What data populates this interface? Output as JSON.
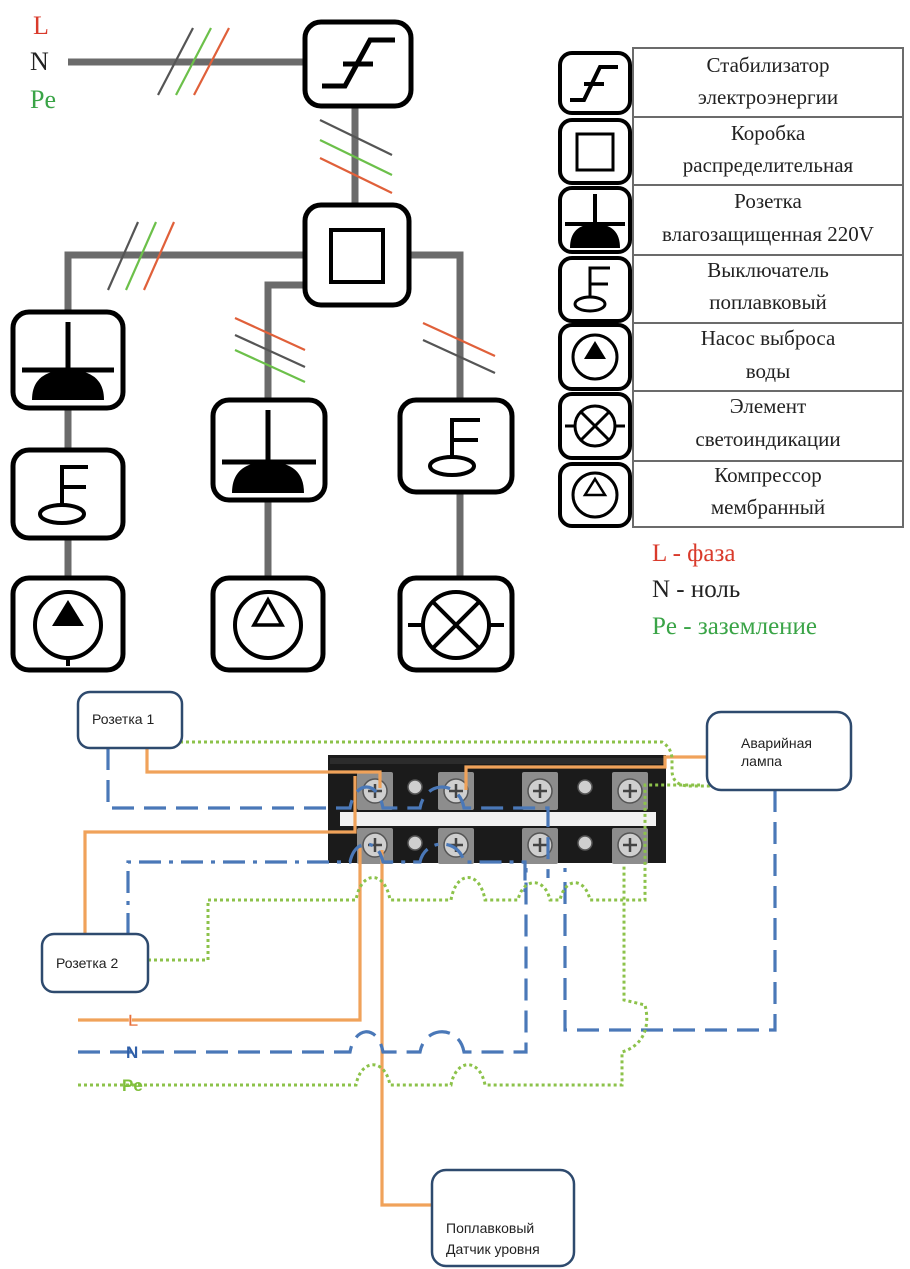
{
  "colors": {
    "phase": "#d93a2b",
    "neutral": "#222222",
    "ground": "#3aa447",
    "wire_phase": "#f0a25a",
    "wire_neutral": "#4a78b8",
    "wire_ground": "#8cc24a",
    "box_border": "#2e4a6e"
  },
  "top_labels": {
    "l": "L",
    "n": "N",
    "pe": "Pe"
  },
  "legend": [
    {
      "icon": "stabilizer-icon",
      "text_1": "Стабилизатор",
      "text_2": "электроэнергии"
    },
    {
      "icon": "junction-box-icon",
      "text_1": "Коробка",
      "text_2": "распределительная"
    },
    {
      "icon": "socket-icon",
      "text_1": "Розетка",
      "text_2": "влагозащищенная 220V"
    },
    {
      "icon": "float-switch-icon",
      "text_1": "Выключатель",
      "text_2": "поплавковый"
    },
    {
      "icon": "pump-icon",
      "text_1": "Насос выброса",
      "text_2": "воды"
    },
    {
      "icon": "indicator-lamp-icon",
      "text_1": "Элемент",
      "text_2": "светоиндикации"
    },
    {
      "icon": "compressor-icon",
      "text_1": "Компрессор",
      "text_2": "мембранный"
    }
  ],
  "wire_key": {
    "l": "L - фаза",
    "n": "N - ноль",
    "pe": "Pe - заземление"
  },
  "wiring": {
    "socket_1": "Розетка 1",
    "socket_2": "Розетка 2",
    "emergency_lamp_1": "Аварийная",
    "emergency_lamp_2": "лампа",
    "float_sensor_1": "Поплавковый",
    "float_sensor_2": "Датчик уровня",
    "input_l": "L",
    "input_n": "N",
    "input_pe": "Pe"
  }
}
